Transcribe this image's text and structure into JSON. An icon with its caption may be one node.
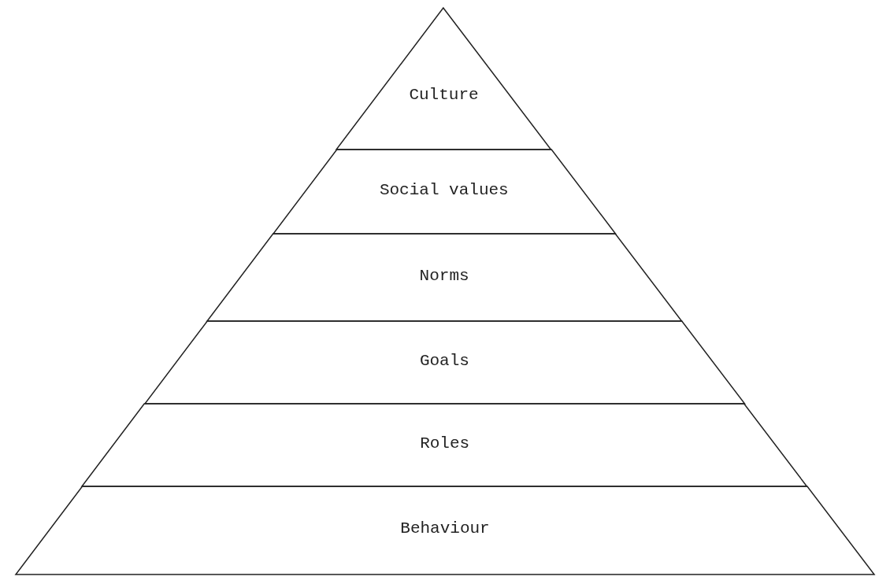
{
  "diagram": {
    "nodes": [
      {
        "text": [
          "Culture"
        ]
      },
      {
        "text": [
          "Social values"
        ]
      },
      {
        "text": [
          "Norms"
        ]
      },
      {
        "text": [
          "Goals"
        ]
      },
      {
        "text": [
          "Roles"
        ]
      },
      {
        "text": [
          "Behaviour"
        ]
      }
    ]
  }
}
